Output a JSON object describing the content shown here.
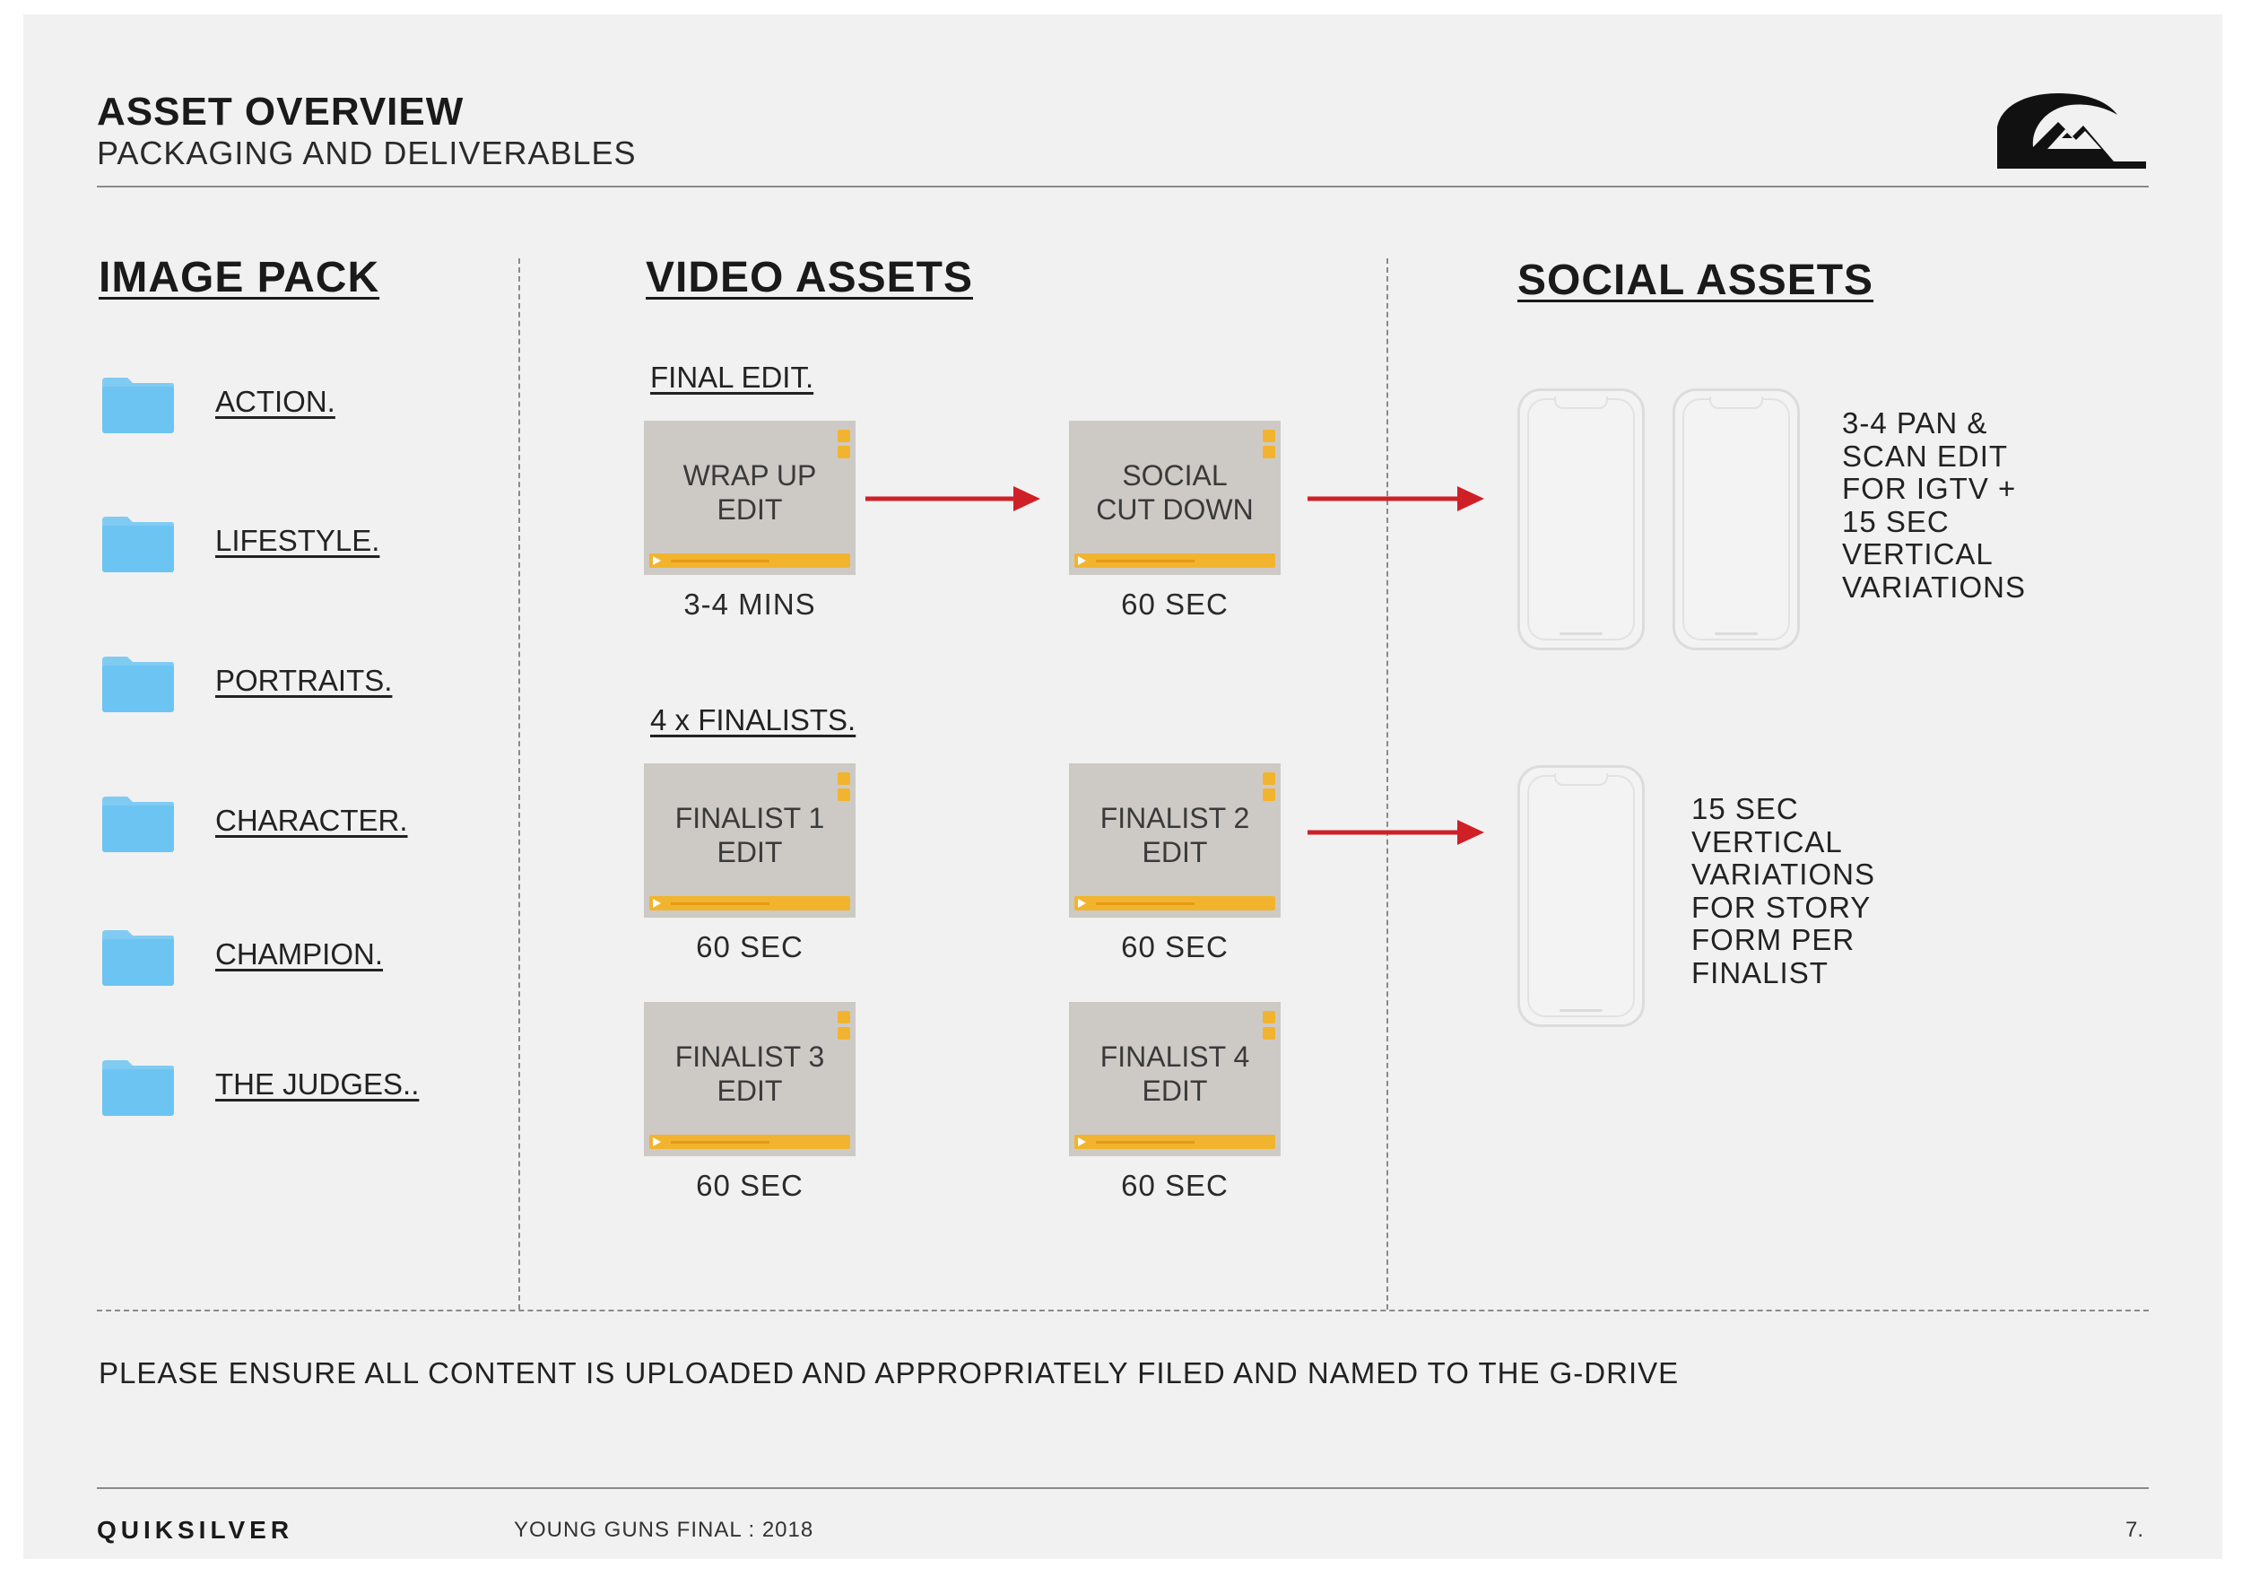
{
  "header": {
    "title": "ASSET OVERVIEW",
    "subtitle": "PACKAGING AND DELIVERABLES",
    "logo_icon": "quiksilver-wave-mountain-logo"
  },
  "image_pack": {
    "heading": "IMAGE PACK",
    "folder_icon": "folder-icon",
    "folder_color": "#6cc4f2",
    "folders": [
      {
        "label": "ACTION."
      },
      {
        "label": "LIFESTYLE."
      },
      {
        "label": "PORTRAITS."
      },
      {
        "label": "CHARACTER."
      },
      {
        "label": "CHAMPION."
      },
      {
        "label": "THE JUDGES.."
      }
    ]
  },
  "video_assets": {
    "heading": "VIDEO ASSETS",
    "final_edit_label": "FINAL EDIT.",
    "finalists_label": "4 x FINALISTS.",
    "thumb_color": "#cdcac6",
    "player_bar_color": "#f2b42e",
    "arrow_color": "#cf2027",
    "videos": [
      {
        "title": "WRAP UP\nEDIT",
        "duration": "3-4 MINS"
      },
      {
        "title": "SOCIAL\nCUT DOWN",
        "duration": "60 SEC"
      },
      {
        "title": "FINALIST 1\nEDIT",
        "duration": "60 SEC"
      },
      {
        "title": "FINALIST 2\nEDIT",
        "duration": "60 SEC"
      },
      {
        "title": "FINALIST 3\nEDIT",
        "duration": "60 SEC"
      },
      {
        "title": "FINALIST 4\nEDIT",
        "duration": "60 SEC"
      }
    ]
  },
  "social_assets": {
    "heading": "SOCIAL ASSETS",
    "phone_icon": "smartphone-outline-icon",
    "blocks": [
      {
        "lines": [
          "3-4 PAN &",
          "SCAN EDIT",
          "FOR IGTV +",
          "15 SEC",
          "VERTICAL",
          "VARIATIONS"
        ]
      },
      {
        "lines": [
          "15 SEC",
          "VERTICAL",
          "VARIATIONS",
          "FOR STORY",
          "FORM PER",
          "FINALIST"
        ]
      }
    ]
  },
  "footer": {
    "note": "PLEASE ENSURE ALL CONTENT IS UPLOADED AND APPROPRIATELY FILED AND NAMED TO THE G-DRIVE",
    "brand": "QUIKSILVER",
    "event": "YOUNG GUNS FINAL : 2018",
    "page_number": "7."
  }
}
